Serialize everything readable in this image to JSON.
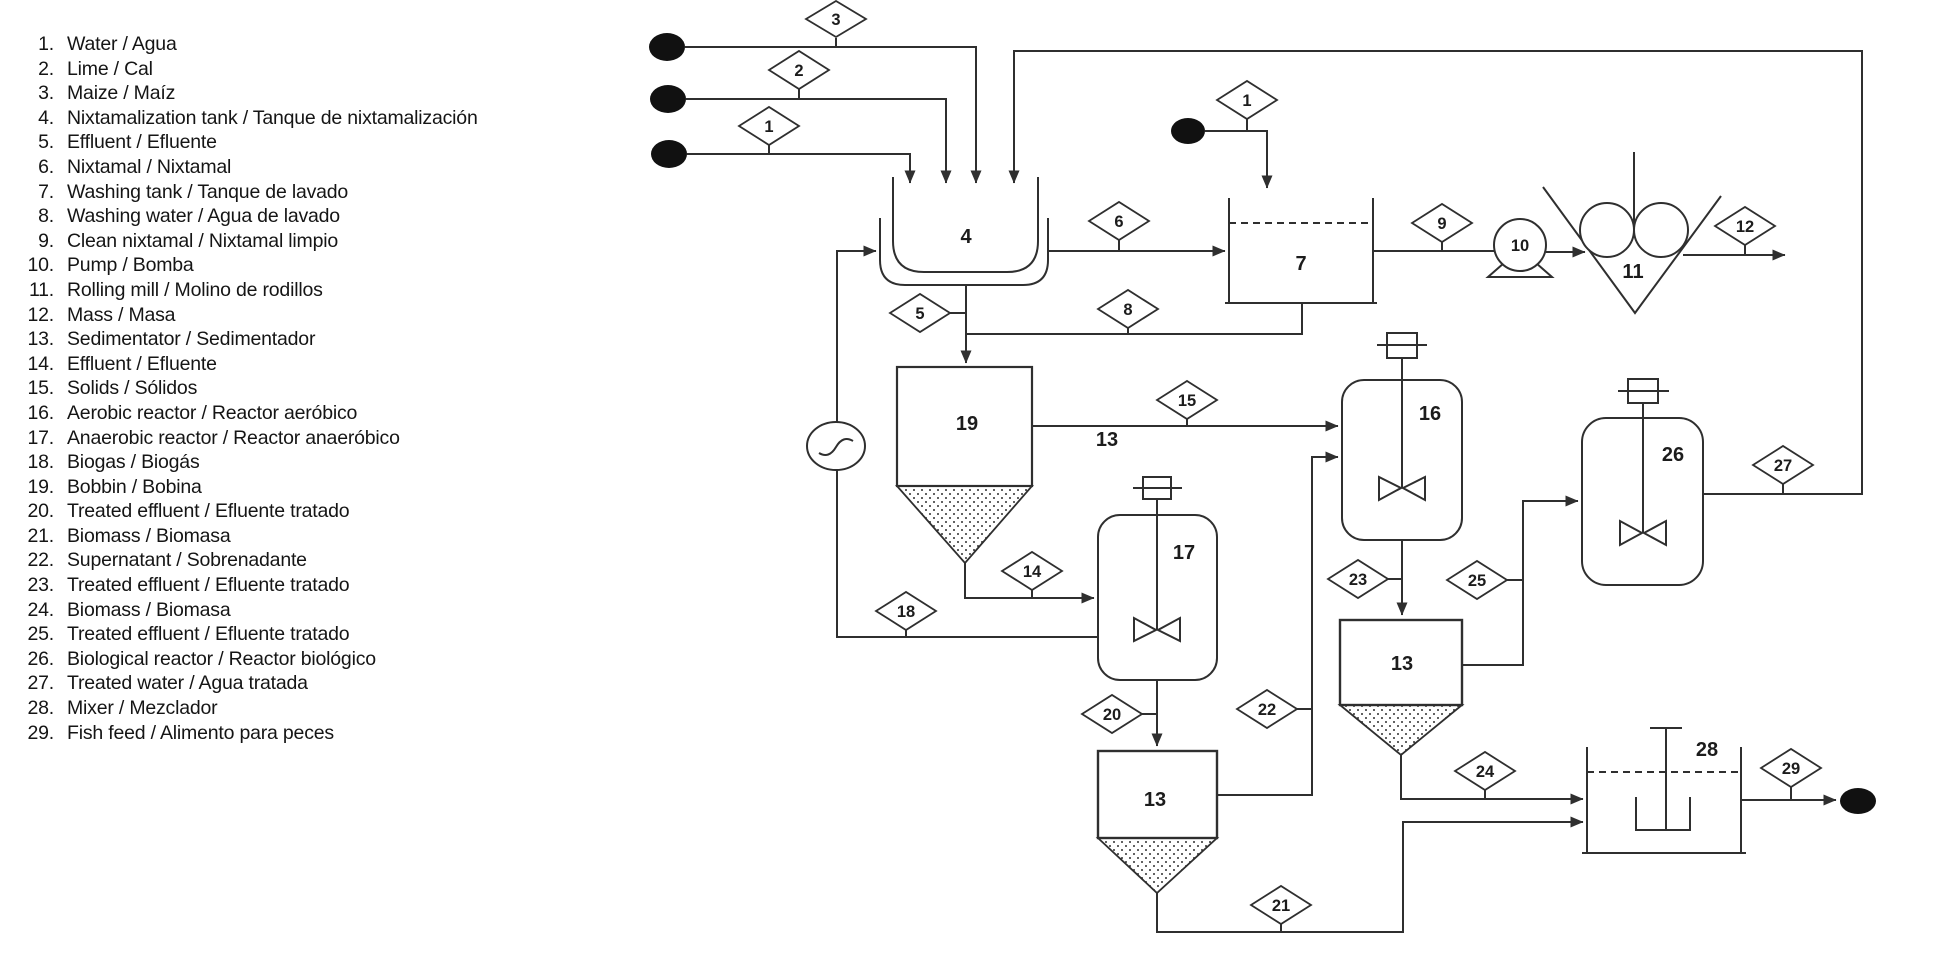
{
  "legend": {
    "items": [
      {
        "num": "1.",
        "label": "Water / Agua"
      },
      {
        "num": "2.",
        "label": "Lime / Cal"
      },
      {
        "num": "3.",
        "label": "Maize / Maíz"
      },
      {
        "num": "4.",
        "label": "Nixtamalization tank / Tanque de nixtamalización"
      },
      {
        "num": "5.",
        "label": "Effluent / Efluente"
      },
      {
        "num": "6.",
        "label": "Nixtamal / Nixtamal"
      },
      {
        "num": "7.",
        "label": "Washing tank / Tanque de lavado"
      },
      {
        "num": "8.",
        "label": "Washing water / Agua de lavado"
      },
      {
        "num": "9.",
        "label": "Clean nixtamal / Nixtamal limpio"
      },
      {
        "num": "10.",
        "label": "Pump / Bomba"
      },
      {
        "num": "11.",
        "label": "Rolling mill / Molino de rodillos"
      },
      {
        "num": "12.",
        "label": "Mass / Masa"
      },
      {
        "num": "13.",
        "label": "Sedimentator / Sedimentador"
      },
      {
        "num": "14.",
        "label": "Effluent / Efluente"
      },
      {
        "num": "15.",
        "label": "Solids / Sólidos"
      },
      {
        "num": "16.",
        "label": "Aerobic reactor / Reactor aeróbico"
      },
      {
        "num": "17.",
        "label": "Anaerobic reactor / Reactor anaeróbico"
      },
      {
        "num": "18.",
        "label": "Biogas / Biogás"
      },
      {
        "num": "19.",
        "label": "Bobbin / Bobina"
      },
      {
        "num": "20.",
        "label": "Treated effluent / Efluente tratado"
      },
      {
        "num": "21.",
        "label": "Biomass / Biomasa"
      },
      {
        "num": "22.",
        "label": "Supernatant / Sobrenadante"
      },
      {
        "num": "23.",
        "label": "Treated effluent / Efluente tratado"
      },
      {
        "num": "24.",
        "label": "Biomass / Biomasa"
      },
      {
        "num": "25.",
        "label": "Treated effluent / Efluente tratado"
      },
      {
        "num": "26.",
        "label": "Biological reactor / Reactor biológico"
      },
      {
        "num": "27.",
        "label": "Treated water / Agua tratada"
      },
      {
        "num": "28.",
        "label": "Mixer / Mezclador"
      },
      {
        "num": "29.",
        "label": "Fish feed / Alimento para peces"
      }
    ]
  },
  "diagram": {
    "equipment": {
      "tank4": "4",
      "tank7": "7",
      "pump10": "10",
      "mill11": "11",
      "sed13_stream_label": "13",
      "reactor16": "16",
      "reactor17": "17",
      "bobbin19": "19",
      "reactor26": "26",
      "sed13_mid": "13",
      "sed13_bottom": "13",
      "mixer28": "28"
    },
    "markers": {
      "m1_feed": "1",
      "m2_feed": "2",
      "m3_feed": "3",
      "m1_wash": "1",
      "m5": "5",
      "m6": "6",
      "m8": "8",
      "m9": "9",
      "m12": "12",
      "m14": "14",
      "m15": "15",
      "m18": "18",
      "m20": "20",
      "m21": "21",
      "m22": "22",
      "m23": "23",
      "m24": "24",
      "m25": "25",
      "m27": "27",
      "m29": "29"
    },
    "colors": {
      "line": "#2f2f2f",
      "terminal_fill": "#111111"
    }
  }
}
